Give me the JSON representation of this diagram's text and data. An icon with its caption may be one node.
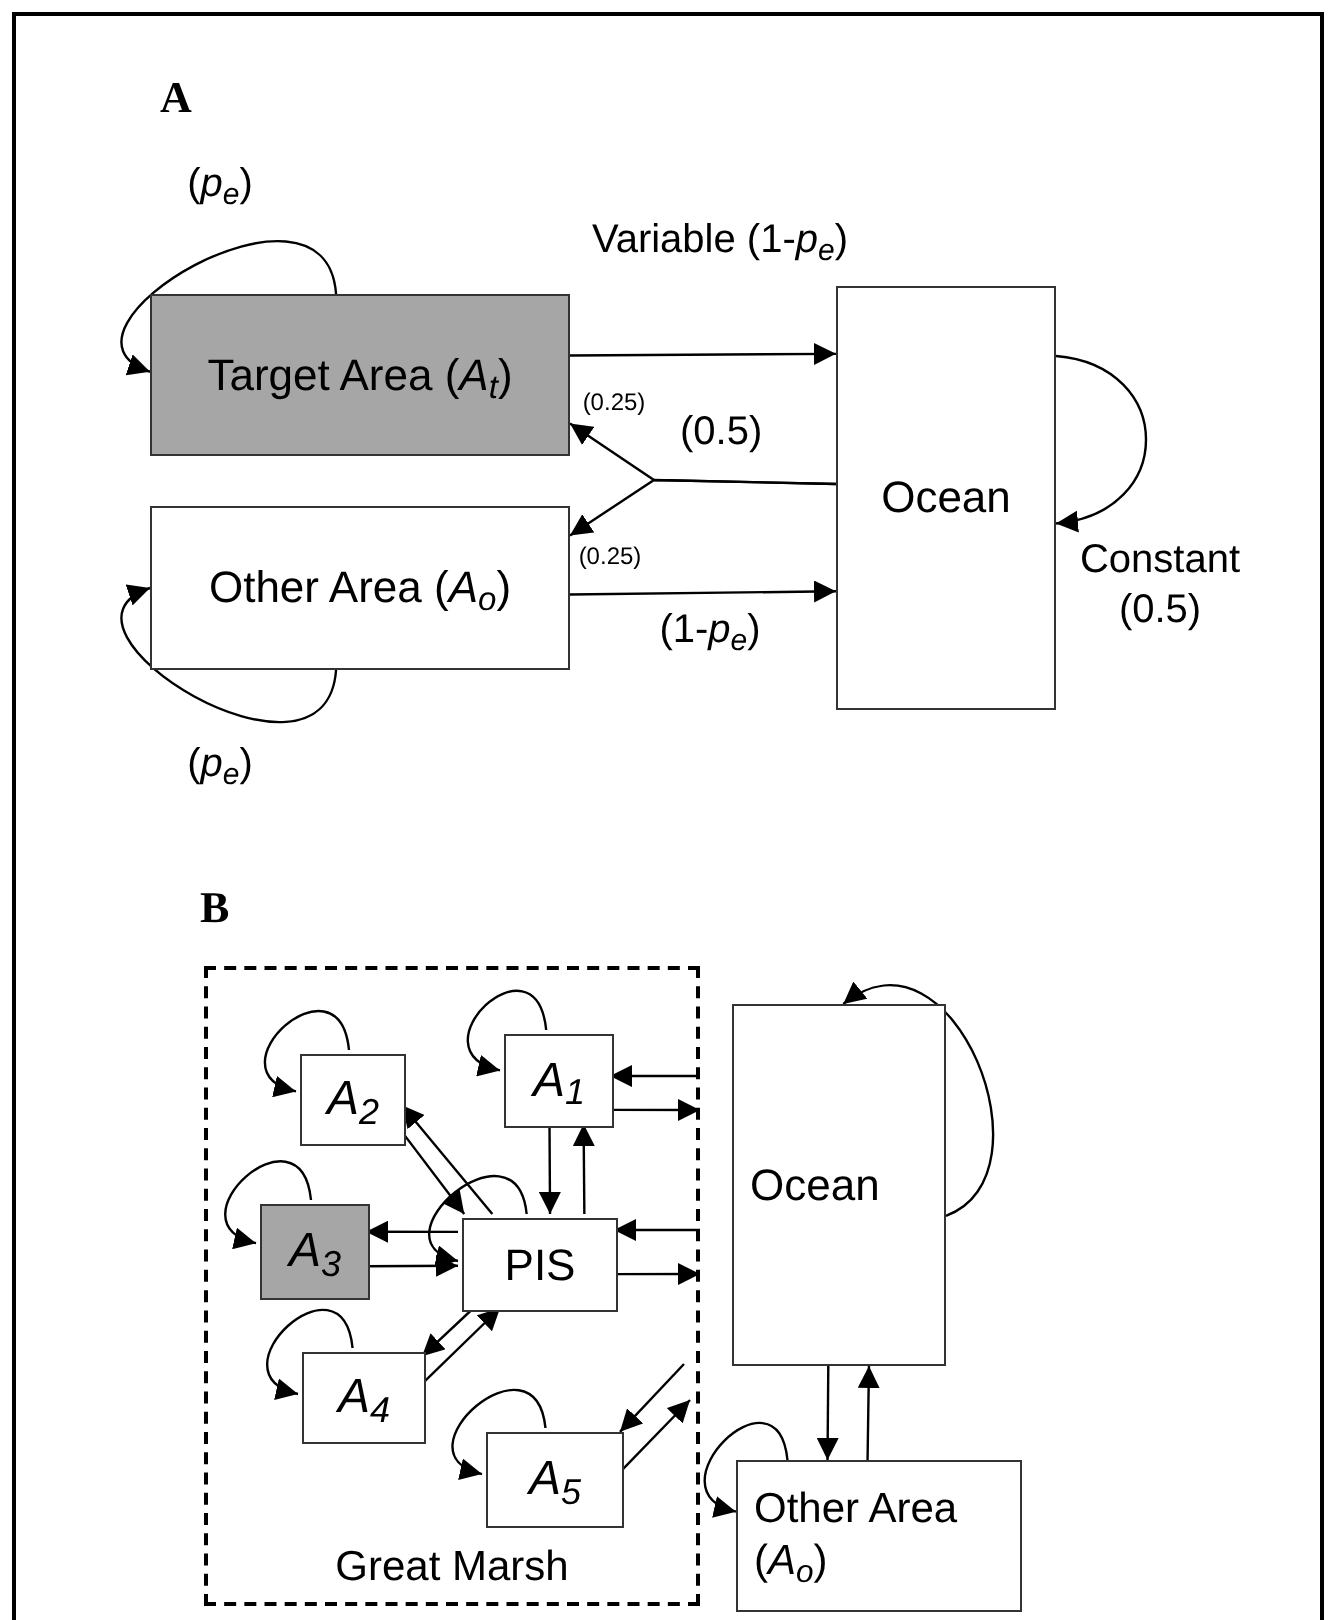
{
  "diagram": {
    "nodes": [
      {
        "text": [
          "Target Area (*A*$_{t}$)"
        ]
      },
      {
        "text": [
          "Other Area (*A*$_{o}$)"
        ]
      },
      {
        "text": [
          "Ocean"
        ]
      },
      {
        "text": [
          "Great Marsh"
        ]
      },
      {
        "text": [
          "*A*$_{1}$"
        ],
        "in": 3
      },
      {
        "text": [
          "*A*$_{2}$"
        ],
        "in": 3
      },
      {
        "text": [
          "*A*$_{3}$"
        ],
        "in": 3
      },
      {
        "text": [
          "PIS"
        ],
        "in": 3
      },
      {
        "text": [
          "*A*$_{4}$"
        ],
        "in": 3
      },
      {
        "text": [
          "*A*$_{5}$"
        ],
        "in": 3
      },
      {
        "text": [
          "Ocean"
        ]
      },
      {
        "text": [
          "Other Area (*A*$_{o}$)"
        ]
      }
    ],
    "edges": [
      {
        "from": 0,
        "to": 0,
        "arrow": "to",
        "label": "(*p*$_{e}$)"
      },
      {
        "from": 0,
        "to": 2,
        "arrow": "to",
        "label": "Variable (1-*p*$_{e}$)"
      },
      {
        "from": 2,
        "to": 0,
        "arrow": "to",
        "label": "(0.25)"
      },
      {
        "from": 2,
        "to": 1,
        "arrow": "to",
        "label": "(0.25)"
      },
      {
        "from": 1,
        "to": 2,
        "arrow": "to",
        "label": "(1-*p*$_{e}$)"
      },
      {
        "from": 1,
        "to": 1,
        "arrow": "to",
        "label": "(*p*$_{e}$)"
      },
      {
        "from": 2,
        "to": 2,
        "arrow": "to",
        "label": "Constant (0.5)"
      },
      {
        "from": 4,
        "to": 4,
        "arrow": "to"
      },
      {
        "from": 5,
        "to": 5,
        "arrow": "to"
      },
      {
        "from": 6,
        "to": 6,
        "arrow": "to"
      },
      {
        "from": 7,
        "to": 7,
        "arrow": "to"
      },
      {
        "from": 8,
        "to": 8,
        "arrow": "to"
      },
      {
        "from": 9,
        "to": 9,
        "arrow": "to"
      },
      {
        "from": 10,
        "to": 10,
        "arrow": "to"
      },
      {
        "from": 11,
        "to": 11,
        "arrow": "to"
      },
      {
        "from": 5,
        "to": 7,
        "arrow": "to"
      },
      {
        "from": 7,
        "to": 5,
        "arrow": "to"
      },
      {
        "from": 4,
        "to": 7,
        "arrow": "to"
      },
      {
        "from": 7,
        "to": 4,
        "arrow": "to"
      },
      {
        "from": 7,
        "to": 6,
        "arrow": "to"
      },
      {
        "from": 6,
        "to": 7,
        "arrow": "to"
      },
      {
        "from": 7,
        "to": 8,
        "arrow": "to"
      },
      {
        "from": 8,
        "to": 7,
        "arrow": "to"
      },
      {
        "from": null,
        "to": 4,
        "arrow": "to"
      },
      {
        "from": 4,
        "to": null,
        "arrow": "to"
      },
      {
        "from": null,
        "to": 7,
        "arrow": "to"
      },
      {
        "from": 7,
        "to": null,
        "arrow": "to"
      },
      {
        "from": null,
        "to": 9,
        "arrow": "to"
      },
      {
        "from": 9,
        "to": null,
        "arrow": "to"
      },
      {
        "from": 10,
        "to": 11,
        "arrow": "to"
      },
      {
        "from": 11,
        "to": 10,
        "arrow": "to"
      }
    ],
    "labels": [
      "A",
      "(0.5)",
      "B"
    ]
  }
}
